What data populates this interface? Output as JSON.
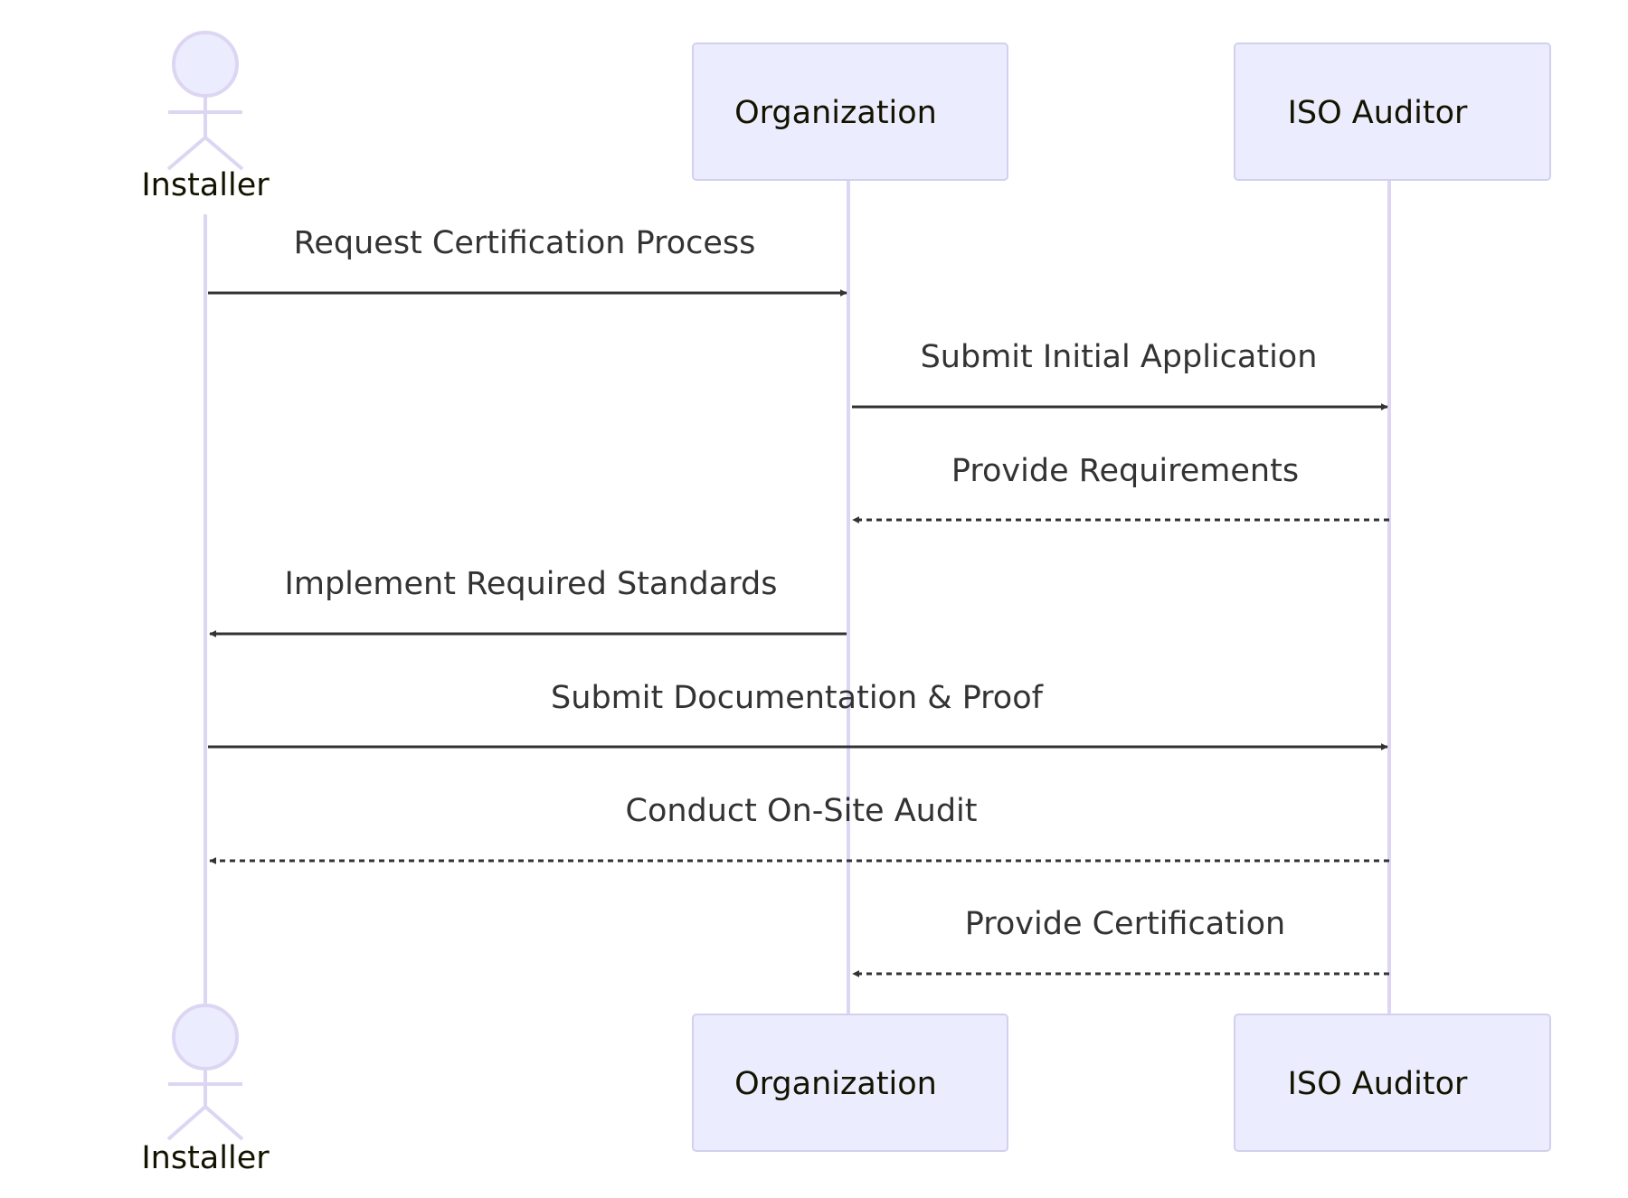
{
  "diagram": {
    "type": "sequence",
    "participants": [
      {
        "id": "installer",
        "label": "Installer",
        "kind": "actor"
      },
      {
        "id": "organization",
        "label": "Organization",
        "kind": "participant"
      },
      {
        "id": "iso_auditor",
        "label": "ISO Auditor",
        "kind": "participant"
      }
    ],
    "messages": [
      {
        "from": "installer",
        "to": "organization",
        "label": "Request Certification Process",
        "style": "solid"
      },
      {
        "from": "organization",
        "to": "iso_auditor",
        "label": "Submit Initial Application",
        "style": "solid"
      },
      {
        "from": "iso_auditor",
        "to": "organization",
        "label": "Provide Requirements",
        "style": "dashed"
      },
      {
        "from": "organization",
        "to": "installer",
        "label": "Implement Required Standards",
        "style": "solid"
      },
      {
        "from": "installer",
        "to": "iso_auditor",
        "label": "Submit Documentation & Proof",
        "style": "solid"
      },
      {
        "from": "iso_auditor",
        "to": "installer",
        "label": "Conduct On-Site Audit",
        "style": "dashed"
      },
      {
        "from": "iso_auditor",
        "to": "organization",
        "label": "Provide Certification",
        "style": "dashed"
      }
    ]
  },
  "colors": {
    "box_fill": "#ECECFF",
    "box_stroke": "#D3D0EE",
    "lifeline": "#DDD6F3",
    "actor_stroke": "#DDD6F3",
    "arrow": "#333333",
    "text": "#131300"
  }
}
